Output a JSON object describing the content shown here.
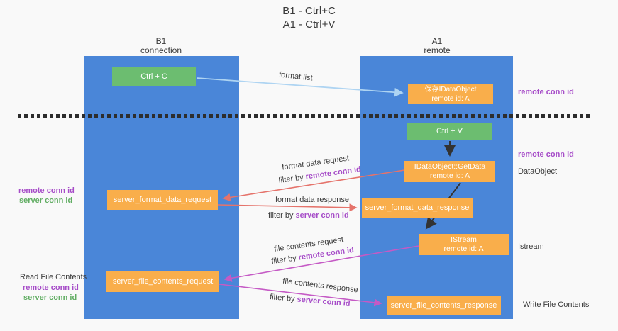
{
  "title": {
    "line1": "B1 - Ctrl+C",
    "line2": "A1 - Ctrl+V"
  },
  "columns": {
    "b1": {
      "name": "B1",
      "subtitle": "connection"
    },
    "a1": {
      "name": "A1",
      "subtitle": "remote"
    }
  },
  "boxes": {
    "ctrl_c": {
      "label": "Ctrl + C"
    },
    "ctrl_v": {
      "label": "Ctrl + V"
    },
    "save_idataobject": {
      "line1": "保存IDataObject",
      "line2": "remote id: A"
    },
    "idataobject_getdata": {
      "line1": "IDataObject::GetData",
      "line2": "remote id: A"
    },
    "istream": {
      "line1": "IStream",
      "line2": "remote id: A"
    },
    "server_format_data_request": {
      "label": "server_format_data_request"
    },
    "server_format_data_response": {
      "label": "server_format_data_response"
    },
    "server_file_contents_request": {
      "label": "server_file_contents_request"
    },
    "server_file_contents_response": {
      "label": "server_file_contents_response"
    }
  },
  "arrow_labels": {
    "format_list": "format list",
    "format_data_request": "format data request",
    "format_data_response": "format data response",
    "file_contents_request": "file contents request",
    "file_contents_response": "file contents response",
    "filter_by": "filter by",
    "remote_conn_id": "remote conn id",
    "server_conn_id": "server conn id"
  },
  "side_labels": {
    "remote_conn_id": "remote conn id",
    "server_conn_id": "server conn id",
    "dataobject": "DataObject",
    "istream": "Istream",
    "read_file_contents": "Read File Contents",
    "write_file_contents": "Write File Contents"
  },
  "colors": {
    "panel_blue": "#4a86d8",
    "box_orange": "#f9ae4b",
    "box_green": "#6cbd70",
    "arrow_blue": "#aed4f2",
    "arrow_red": "#e5736b",
    "arrow_magenta": "#c55ac5",
    "text_purple": "#a64cc8",
    "text_green": "#61ad63"
  }
}
